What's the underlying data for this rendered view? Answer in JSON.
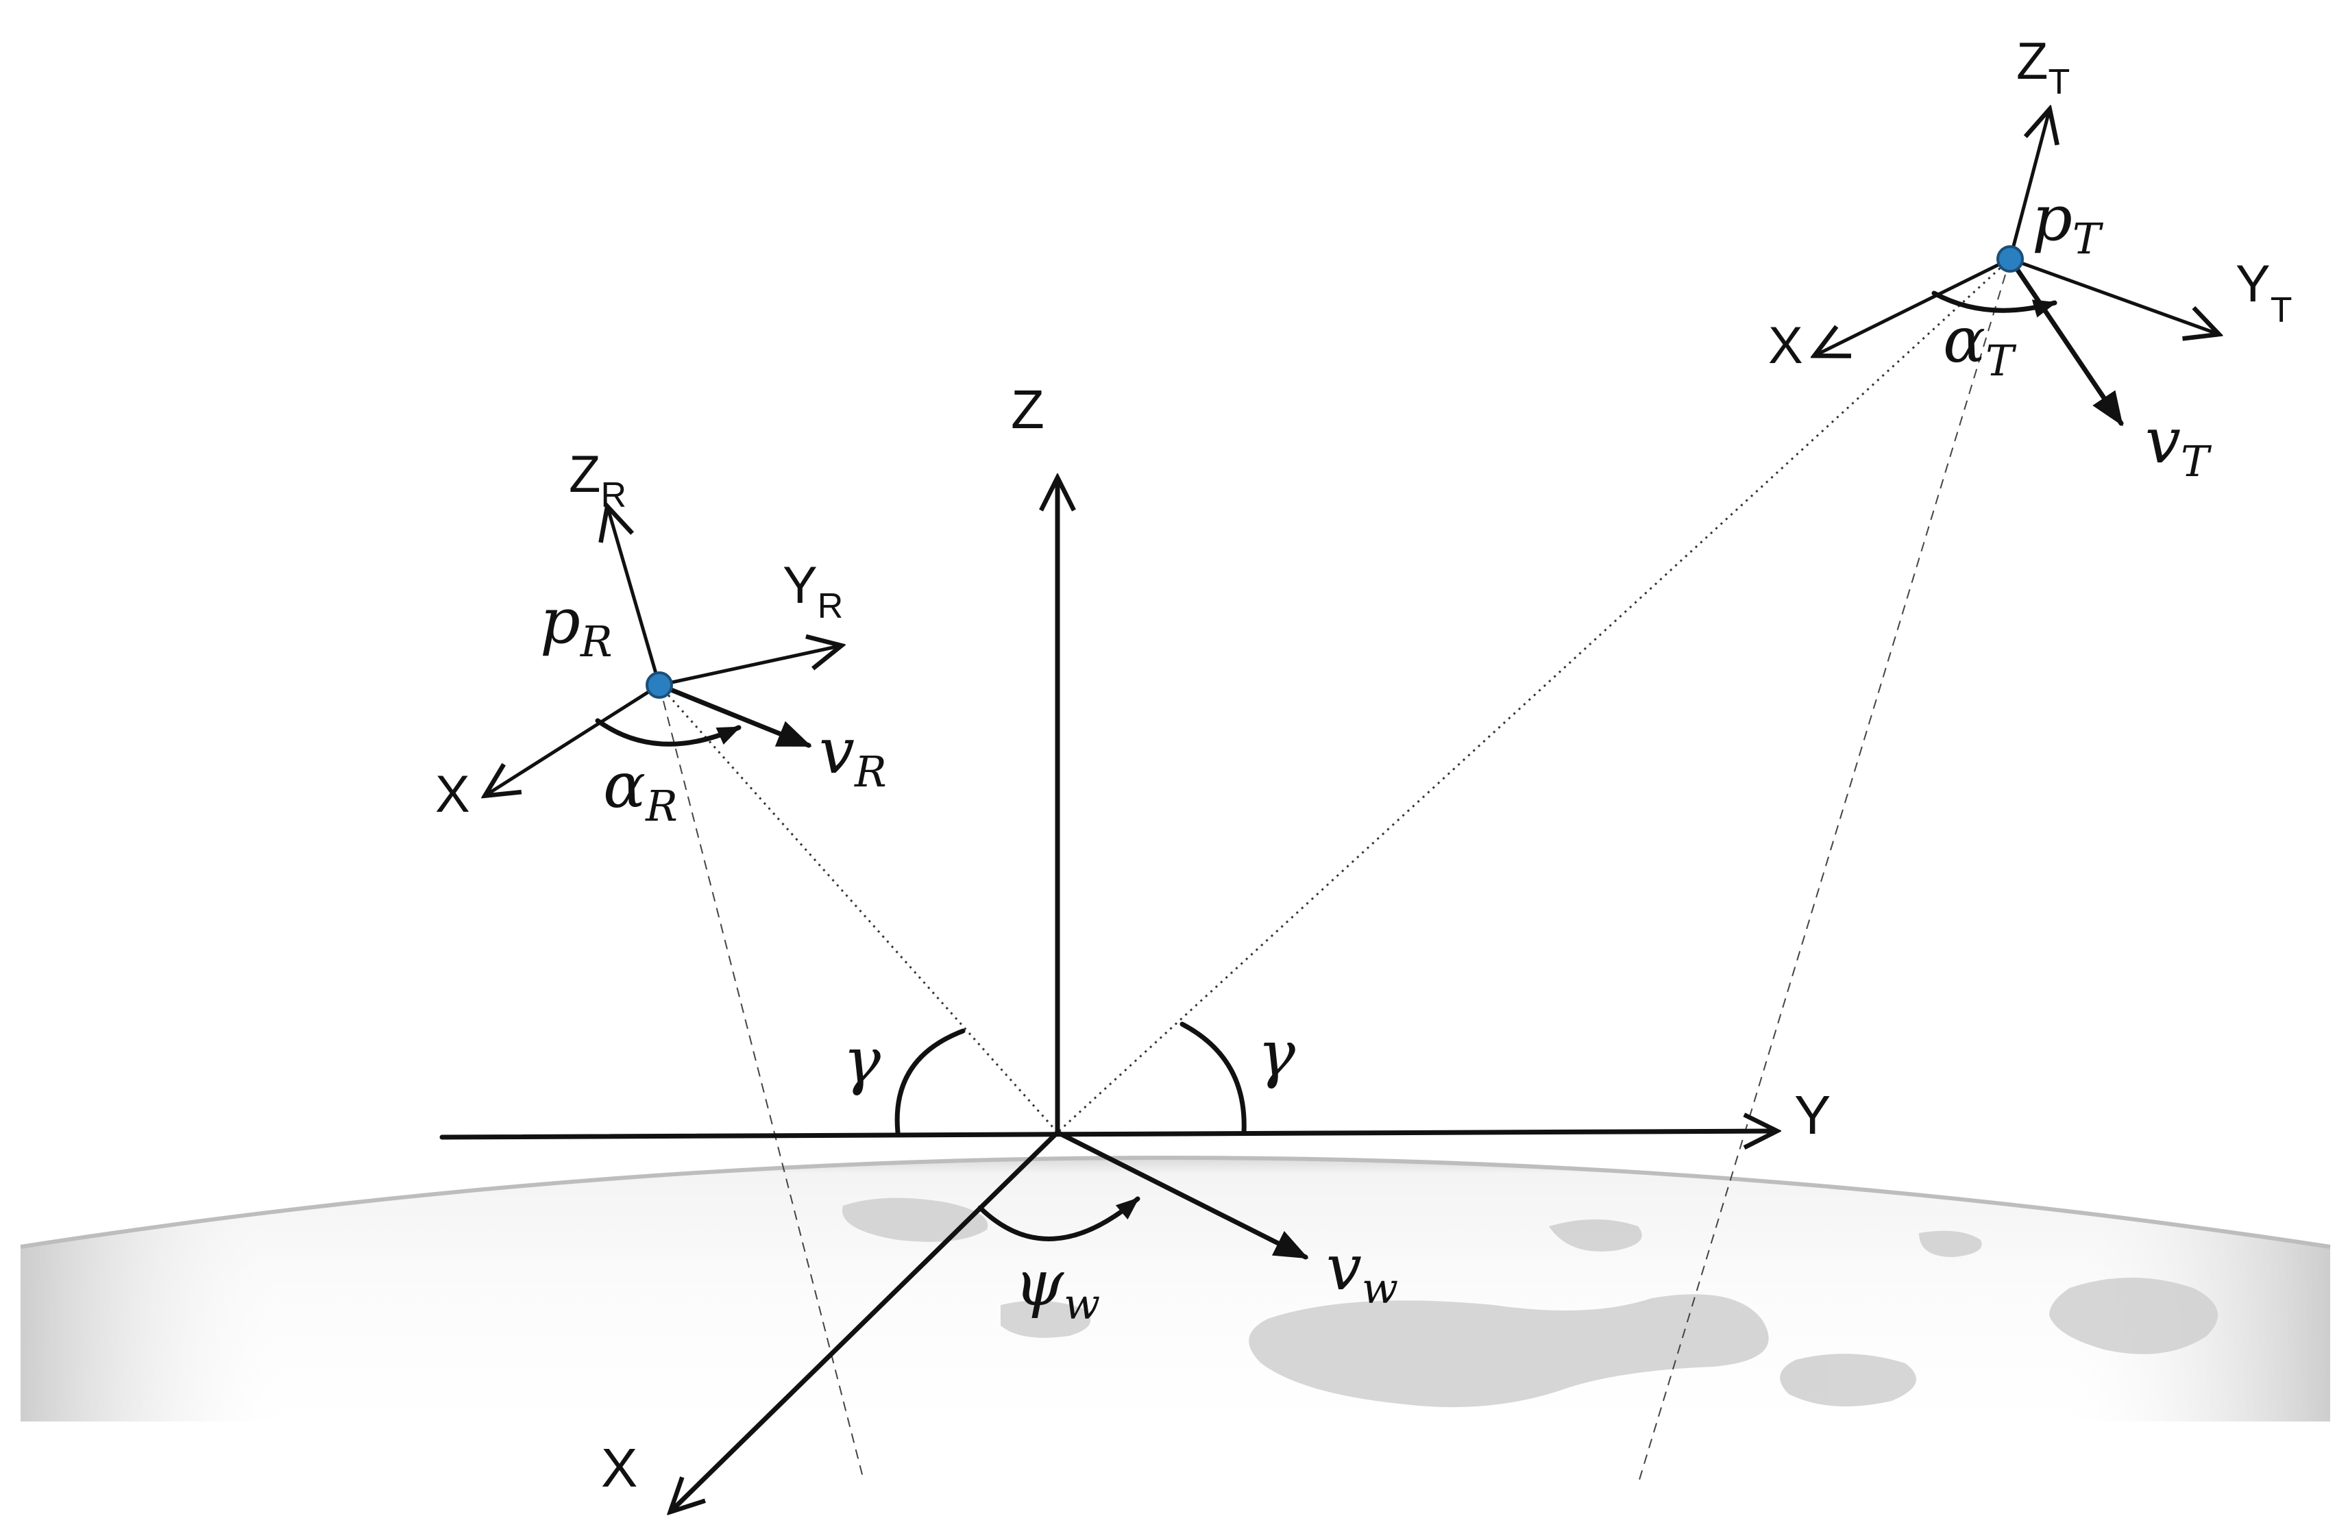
{
  "diagram": {
    "world_frame": {
      "z_label": "Z",
      "y_label": "Y",
      "x_label": "X",
      "wind_angle": {
        "base": "ψ",
        "sub": "w"
      },
      "wind_velocity": {
        "base": "v",
        "sub": "w"
      }
    },
    "elevation_angle": "γ",
    "receiver": {
      "position": {
        "base": "p",
        "sub": "R"
      },
      "z_axis": {
        "base": "Z",
        "sub": "R"
      },
      "y_axis": {
        "base": "Y",
        "sub": "R"
      },
      "x_axis": "X",
      "velocity": {
        "base": "v",
        "sub": "R"
      },
      "heading": {
        "base": "α",
        "sub": "R"
      }
    },
    "transmitter": {
      "position": {
        "base": "p",
        "sub": "T"
      },
      "z_axis": {
        "base": "Z",
        "sub": "T"
      },
      "y_axis": {
        "base": "Y",
        "sub": "T"
      },
      "x_axis": "X",
      "velocity": {
        "base": "v",
        "sub": "T"
      },
      "heading": {
        "base": "α",
        "sub": "T"
      }
    },
    "colors": {
      "point_marker": "#2a7fc0",
      "earth_light": "#f7f7f7",
      "earth_dark": "#d2d2d2"
    }
  }
}
